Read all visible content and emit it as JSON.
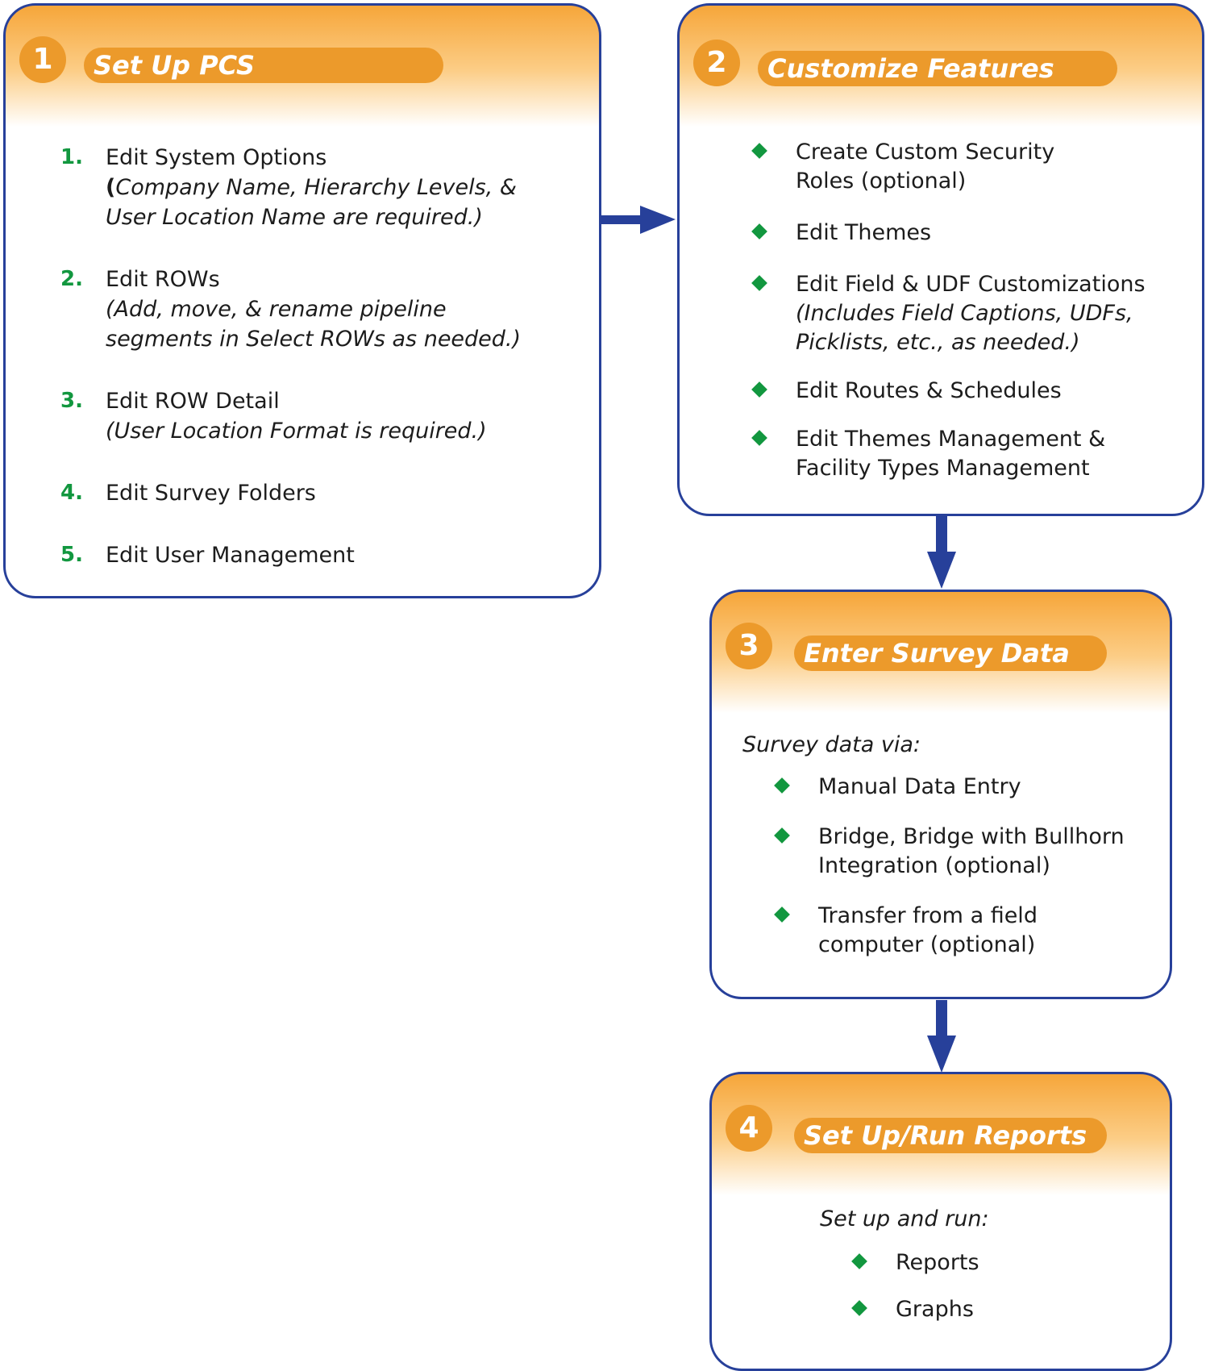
{
  "panels": [
    {
      "number": "1",
      "title": "Set Up PCS",
      "items": [
        {
          "num": "1.",
          "main": "Edit System Options",
          "prefix": "(",
          "sub": "Company Name, Hierarchy Levels, & User Location Name are required.)"
        },
        {
          "num": "2.",
          "main": "Edit ROWs",
          "sub": "(Add, move, & rename pipeline segments in Select ROWs as needed.)"
        },
        {
          "num": "3.",
          "main": "Edit ROW Detail",
          "sub": "(User Location Format is required.)"
        },
        {
          "num": "4.",
          "main": "Edit Survey Folders"
        },
        {
          "num": "5.",
          "main": "Edit User Management"
        }
      ]
    },
    {
      "number": "2",
      "title": "Customize Features",
      "items": [
        {
          "main": "Create Custom Security Roles (optional)"
        },
        {
          "main": "Edit Themes"
        },
        {
          "main": "Edit Field & UDF Customizations",
          "sub": "(Includes Field Captions, UDFs, Picklists, etc., as needed.)"
        },
        {
          "main": "Edit Routes & Schedules"
        },
        {
          "main": "Edit Themes Management & Facility Types Management"
        }
      ]
    },
    {
      "number": "3",
      "title": "Enter Survey Data",
      "lead": "Survey data via:",
      "items": [
        {
          "main": "Manual Data Entry"
        },
        {
          "main": "Bridge, Bridge with Bullhorn Integration (optional)"
        },
        {
          "main": "Transfer from a field computer (optional)"
        }
      ]
    },
    {
      "number": "4",
      "title": "Set Up/Run Reports",
      "lead": "Set up and run:",
      "items": [
        {
          "main": "Reports"
        },
        {
          "main": "Graphs"
        }
      ]
    }
  ],
  "colors": {
    "border": "#27409a",
    "accent": "#ec9a2b",
    "gradient_top": "#f6a63a",
    "bullet": "#12973f",
    "arrow": "#27409a"
  }
}
